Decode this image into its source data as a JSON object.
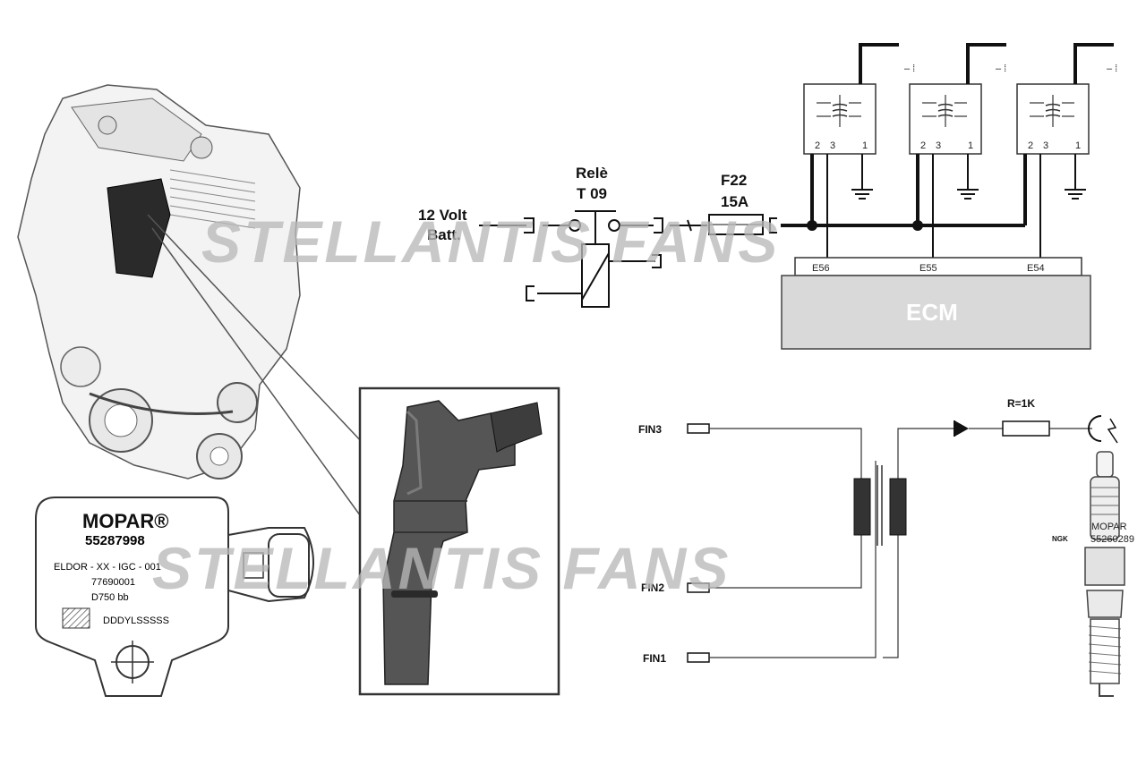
{
  "relay": {
    "title": "Relè",
    "code": "T 09"
  },
  "battery": {
    "line1": "12 Volt",
    "line2": "Batt."
  },
  "fuse": {
    "name": "F22",
    "rating": "15A"
  },
  "ecm": {
    "label": "ECM",
    "pins": [
      "E56",
      "E55",
      "E54"
    ]
  },
  "coil_pins": [
    "2",
    "3",
    "1"
  ],
  "inputs": {
    "fin3": "FIN3",
    "fin2": "FIN2",
    "fin1": "FIN1"
  },
  "resistor": "R=1K",
  "spark_plug": {
    "brand": "NGK",
    "maker": "MOPAR",
    "code": "55260289"
  },
  "label_plate": {
    "brand": "MOPAR®",
    "part_number": "55287998",
    "line1": "ELDOR  -  XX  - IGC  - 001",
    "line2": "77690001",
    "line3": "D750  bb",
    "line4": "DDDYLSSSSS"
  },
  "watermarks": [
    "STELLANTIS  FANS",
    "STELLANTIS  FANS"
  ],
  "colors": {
    "ecm_fill": "#d9d9d9",
    "coil_dark": "#3a3a3a",
    "wire": "#111111",
    "watermark": "#b9b9b9"
  }
}
